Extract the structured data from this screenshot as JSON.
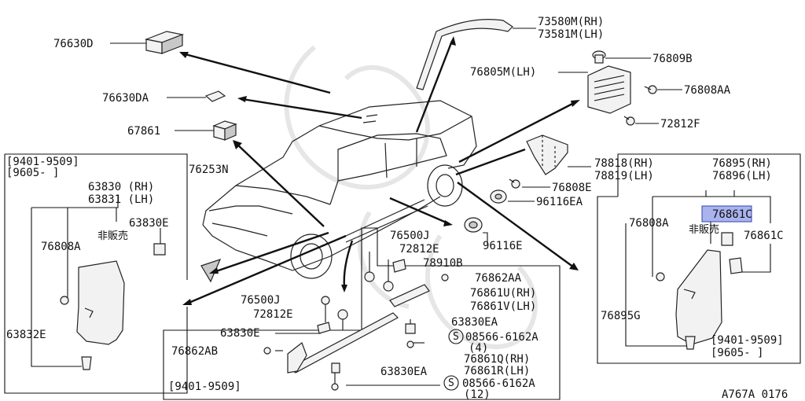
{
  "labels": {
    "p76630D": "76630D",
    "p76630DA": "76630DA",
    "p67861": "67861",
    "p73580M": "73580M(RH)",
    "p73581M": "73581M(LH)",
    "p76809B": "76809B",
    "p76805M": "76805M(LH)",
    "p76808AA": "76808AA",
    "p72812F": "72812F",
    "p78818": "78818(RH)",
    "p78819": "78819(LH)",
    "p76808E": "76808E",
    "p96116EA": "96116EA",
    "p96116E": "96116E",
    "p76253N": "76253N",
    "p76500J_a": "76500J",
    "p72812E_a": "72812E",
    "p78910B": "78910B",
    "p76862AA": "76862AA",
    "p76861U": "76861U(RH)",
    "p76861V": "76861V(LH)",
    "p76500J_b": "76500J",
    "p72812E_b": "72812E",
    "p63830EA_a": "63830EA",
    "p63830E_c": "63830E",
    "p08566_a": "08566-6162A",
    "p08566_a_qty": "(4)",
    "p76862AB": "76862AB",
    "p76861Q": "76861Q(RH)",
    "p76861R": "76861R(LH)",
    "p63830EA_b": "63830EA",
    "p08566_b": "08566-6162A",
    "p08566_b_qty": "(12)",
    "screw_symbol": "S",
    "center_date": "[9401-9509]",
    "left_date1": "[9401-9509]",
    "left_date2": "[9605-    ]",
    "p63830": "63830 (RH)",
    "p63831": "63831 (LH)",
    "p63830E_l": "63830E",
    "p76808A_l": "76808A",
    "not_for_sale_l": "非販売",
    "p63832E": "63832E",
    "p76895": "76895(RH)",
    "p76896": "76896(LH)",
    "p76861C_hl": "76861C",
    "p76808A_r": "76808A",
    "not_for_sale_r": "非販売",
    "p76861C_r": "76861C",
    "p76895G": "76895G",
    "right_date1": "[9401-9509]",
    "right_date2": "[9605-    ]",
    "diagram_code": "A767A 0176"
  },
  "colors": {
    "highlight": "#a9b3ee",
    "ink": "#111111"
  }
}
